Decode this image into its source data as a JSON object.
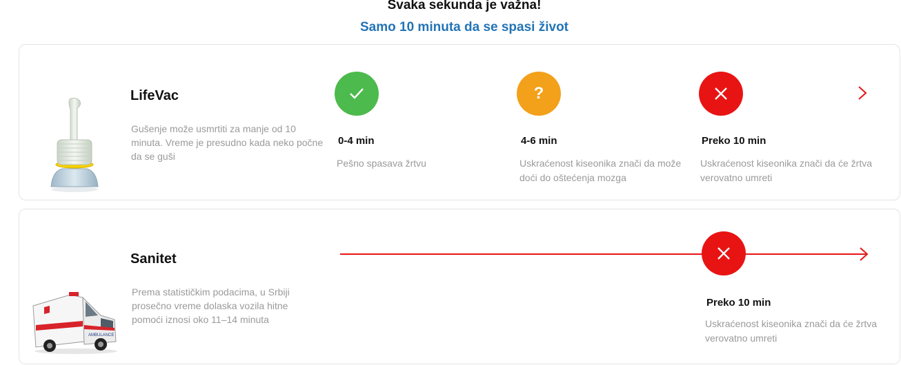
{
  "header": {
    "title": "Svaka sekunda je važna!",
    "subtitle": "Samo 10 minuta da se spasi život",
    "subtitle_color": "#2374b6"
  },
  "lifevac": {
    "title": "LifeVac",
    "description": "Gušenje može usmrtiti za manje od 10 minuta. Vreme je presudno kada neko počne da se guši",
    "image_icon": "lifevac-device-icon",
    "steps": [
      {
        "label": "0-4 min",
        "description": "Pešno spasava žrtvu",
        "icon": "check-icon",
        "color": "#4cba4c"
      },
      {
        "label": "4-6 min",
        "description": "Uskraćenost kiseonika znači da može doći do oštećenja mozga",
        "icon": "question-icon",
        "symbol": "?",
        "color": "#f3a01a"
      },
      {
        "label": "Preko 10 min",
        "description": "Uskraćenost kiseonika znači da će žrtva verovatno umreti",
        "icon": "close-icon",
        "color": "#e81414"
      }
    ]
  },
  "sanitet": {
    "title": "Sanitet",
    "description": "Prema statističkim podacima, u Srbiji prosečno vreme dolaska vozila hitne pomoći iznosi oko 11–14 minuta",
    "image_icon": "ambulance-icon",
    "step": {
      "label": "Preko 10 min",
      "description": "Uskraćenost kiseonika znači da će žrtva verovatno umreti",
      "icon": "close-icon",
      "color": "#e81414"
    }
  },
  "colors": {
    "green": "#4cba4c",
    "orange": "#f3a01a",
    "red": "#e81414",
    "gray_text": "#9a9a9a"
  }
}
